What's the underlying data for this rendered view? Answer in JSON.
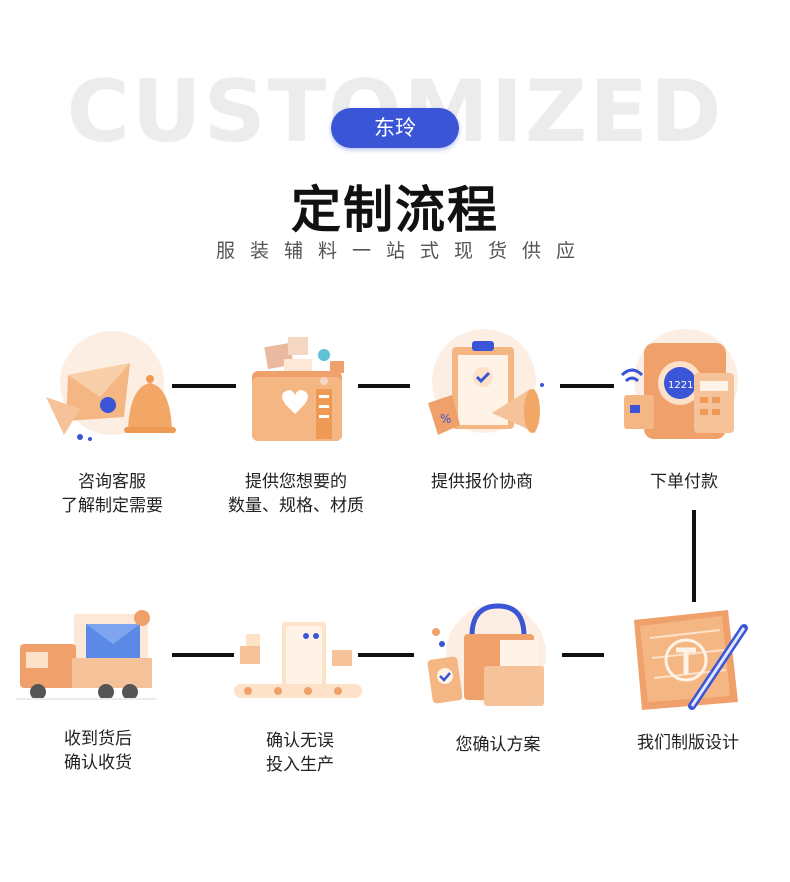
{
  "header": {
    "background_word": "CUSTOMIZED",
    "brand": "东玲",
    "title": "定制流程",
    "subtitle": "服装辅料一站式现货供应"
  },
  "steps": [
    {
      "line1": "咨询客服",
      "line2": "了解制定需要",
      "icon": "envelope-bell-icon"
    },
    {
      "line1": "提供您想要的",
      "line2": "数量、规格、材质",
      "icon": "folder-heart-icon"
    },
    {
      "line1": "提供报价协商",
      "line2": "",
      "icon": "clipboard-megaphone-icon"
    },
    {
      "line1": "下单付款",
      "line2": "",
      "icon": "pos-payment-icon"
    },
    {
      "line1": "我们制版设计",
      "line2": "",
      "icon": "blueprint-pen-icon"
    },
    {
      "line1": "您确认方案",
      "line2": "",
      "icon": "shopping-bag-check-icon"
    },
    {
      "line1": "确认无误",
      "line2": "投入生产",
      "icon": "conveyor-production-icon"
    },
    {
      "line1": "收到货后",
      "line2": "确认收货",
      "icon": "delivery-truck-icon"
    }
  ],
  "colors": {
    "brand_blue": "#3a55d6",
    "icon_orange": "#f0a06a",
    "connector": "#111111"
  }
}
